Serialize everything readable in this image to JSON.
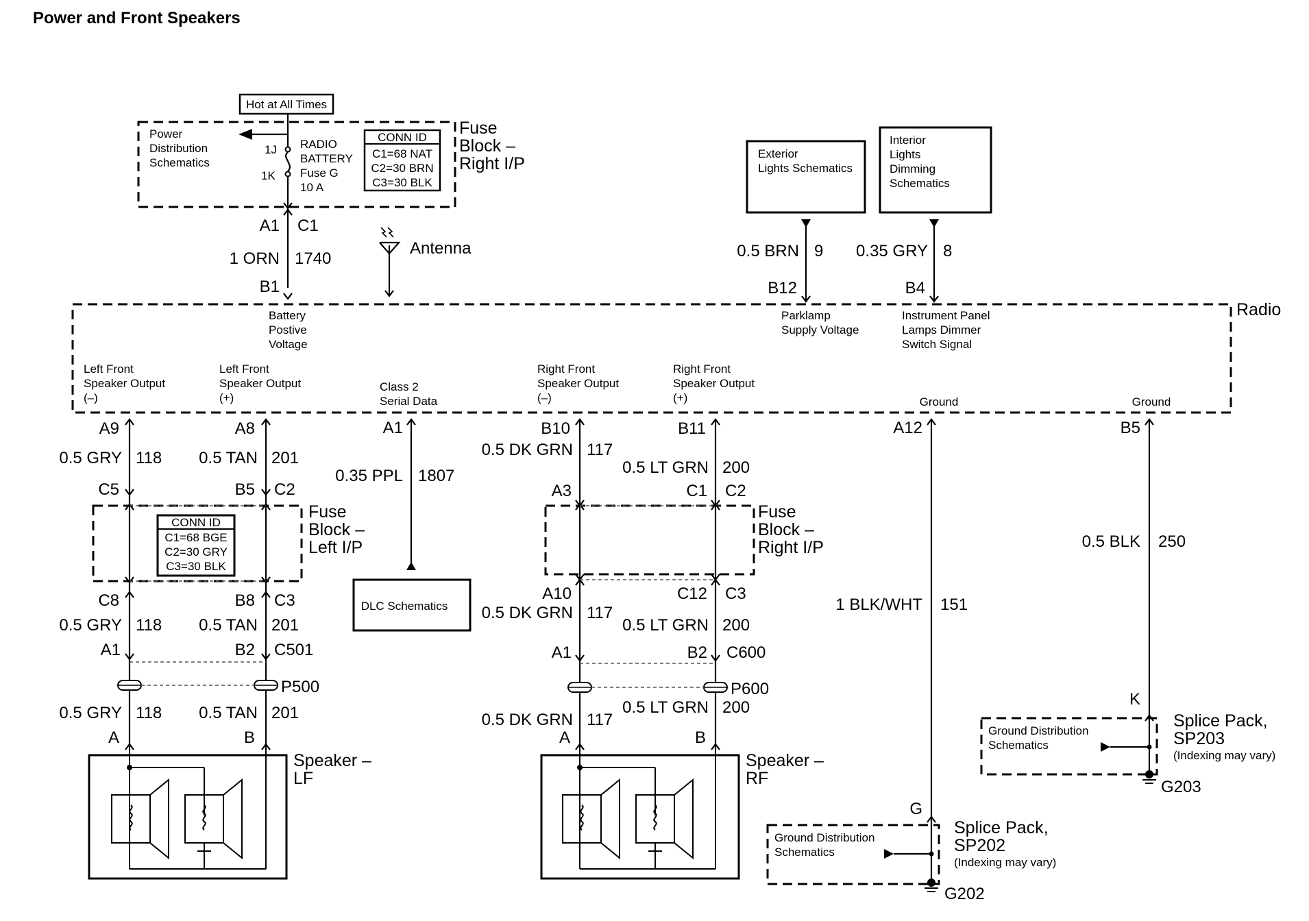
{
  "title": "Power and Front Speakers",
  "hot_label": "Hot at All Times",
  "fuse_block_right_top": [
    "Fuse",
    "Block –",
    "Right I/P"
  ],
  "power_distribution": [
    "Power",
    "Distribution",
    "Schematics"
  ],
  "fuse_g": {
    "pin_top": "1J",
    "pin_bottom": "1K",
    "lines": [
      "RADIO",
      "BATTERY",
      "Fuse G",
      "10 A"
    ]
  },
  "conn_id_top": [
    "CONN ID",
    "C1=68 NAT",
    "C2=30 BRN",
    "C3=30 BLK"
  ],
  "feed": {
    "pin_a": "A1",
    "pin_c": "C1",
    "wire": "1 ORN",
    "circuit": "1740",
    "radio_pin": "B1"
  },
  "antenna": "Antenna",
  "exterior_lights": [
    "Exterior",
    "Lights Schematics"
  ],
  "interior_dimming": [
    "Interior",
    "Lights",
    "Dimming",
    "Schematics"
  ],
  "parklamp_wire": {
    "wire": "0.5 BRN",
    "circuit": "9",
    "pin": "B12"
  },
  "dimmer_wire": {
    "wire": "0.35 GRY",
    "circuit": "8",
    "pin": "B4"
  },
  "radio": "Radio",
  "radio_labels": {
    "battery": [
      "Battery",
      "Postive",
      "Voltage"
    ],
    "parklamp": [
      "Parklamp",
      "Supply Voltage"
    ],
    "ip_dimmer": [
      "Instrument Panel",
      "Lamps Dimmer",
      "Switch Signal"
    ],
    "lf_neg": [
      "Left Front",
      "Speaker Output",
      "(–)"
    ],
    "lf_pos": [
      "Left Front",
      "Speaker Output",
      "(+)"
    ],
    "class2": [
      "Class 2",
      "Serial Data"
    ],
    "rf_neg": [
      "Right Front",
      "Speaker Output",
      "(–)"
    ],
    "rf_pos": [
      "Right Front",
      "Speaker Output",
      "(+)"
    ],
    "ground1": "Ground",
    "ground2": "Ground"
  },
  "lf_neg": {
    "pin": "A9",
    "wire": "0.5 GRY",
    "circuit": "118",
    "c_top": "C5",
    "c_bot": "C8",
    "c501": "A1",
    "spk": "A"
  },
  "lf_pos": {
    "pin": "A8",
    "wire": "0.5 TAN",
    "circuit": "201",
    "b_top": "B5",
    "c_top": "C2",
    "b_bot": "B8",
    "c_bot": "C3",
    "b501": "B2",
    "conn": "C501",
    "inline": "P500",
    "spk": "B"
  },
  "fuse_block_left": [
    "Fuse",
    "Block –",
    "Left I/P"
  ],
  "conn_id_left": [
    "CONN ID",
    "C1=68 BGE",
    "C2=30 GRY",
    "C3=30 BLK"
  ],
  "class2_wire": {
    "pin": "A1",
    "wire": "0.35 PPL",
    "circuit": "1807"
  },
  "dlc": "DLC Schematics",
  "rf_neg": {
    "pin": "B10",
    "wire": "0.5 DK GRN",
    "circuit": "117",
    "a_top": "A3",
    "a_bot": "A10",
    "a600": "A1",
    "spk": "A"
  },
  "rf_pos": {
    "pin": "B11",
    "wire": "0.5 LT GRN",
    "circuit": "200",
    "c1": "C1",
    "c2": "C2",
    "c12": "C12",
    "c3": "C3",
    "b600": "B2",
    "conn": "C600",
    "inline": "P600",
    "spk": "B"
  },
  "fuse_block_right_bottom": [
    "Fuse",
    "Block –",
    "Right I/P"
  ],
  "ground_a12": {
    "pin": "A12",
    "wire": "1 BLK/WHT",
    "circuit": "151",
    "splice_pin": "G"
  },
  "ground_b5": {
    "pin": "B5",
    "wire": "0.5 BLK",
    "circuit": "250",
    "splice_pin": "K"
  },
  "ground_dist": [
    "Ground Distribution",
    "Schematics"
  ],
  "sp202": [
    "Splice Pack,",
    "SP202",
    "(Indexing may vary)"
  ],
  "sp203": [
    "Splice Pack,",
    "SP203",
    "(Indexing may vary)"
  ],
  "g202": "G202",
  "g203": "G203",
  "speaker_lf": [
    "Speaker –",
    "LF"
  ],
  "speaker_rf": [
    "Speaker –",
    "RF"
  ]
}
